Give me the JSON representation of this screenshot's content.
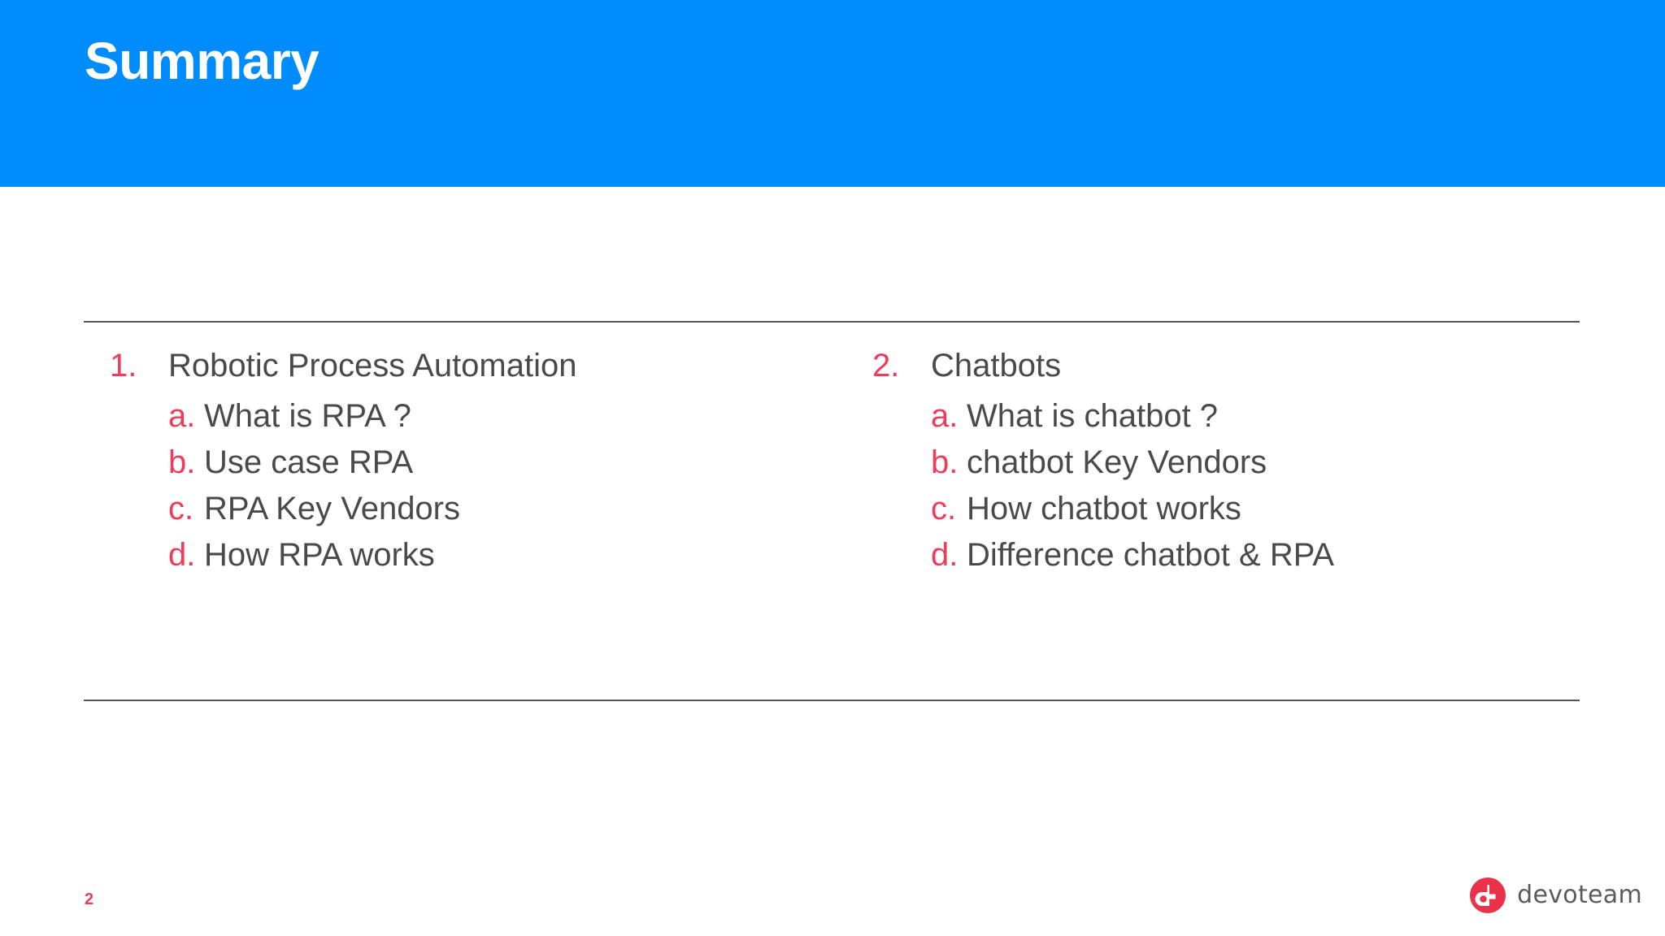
{
  "slide": {
    "title": "Summary",
    "page_number": "2",
    "banner_color": "#008CFC",
    "accent_color": "#F03B5A",
    "text_color": "#4A4A4A",
    "rule_color": "#565360"
  },
  "columns": [
    {
      "marker": "1.",
      "label": "Robotic Process Automation",
      "items": [
        {
          "marker": "a.",
          "label": "What is RPA ?"
        },
        {
          "marker": "b.",
          "label": "Use case RPA"
        },
        {
          "marker": "c.",
          "label": "RPA Key Vendors"
        },
        {
          "marker": "d.",
          "label": "How RPA works"
        }
      ]
    },
    {
      "marker": "2.",
      "label": "Chatbots",
      "items": [
        {
          "marker": "a.",
          "label": "What is chatbot ?"
        },
        {
          "marker": "b.",
          "label": "chatbot Key Vendors"
        },
        {
          "marker": "c.",
          "label": "How chatbot works"
        },
        {
          "marker": "d.",
          "label": "Difference chatbot & RPA"
        }
      ]
    }
  ],
  "logo": {
    "wordmark": "devoteam",
    "mark_color": "#E8334A",
    "word_color": "#5B5B5B"
  }
}
